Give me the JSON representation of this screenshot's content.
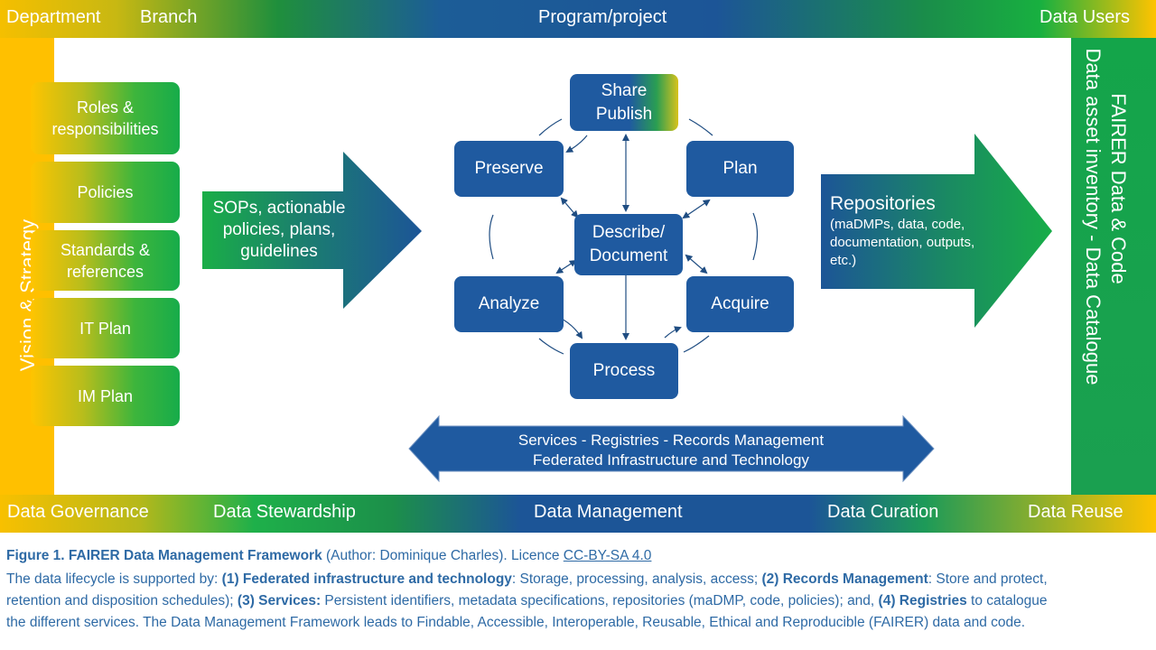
{
  "top_band": {
    "labels": [
      "Department",
      "Branch",
      "Program/project",
      "Data Users"
    ],
    "gradient_colors": [
      "#f5bf00",
      "#1c5597",
      "#18b040",
      "#ffc300"
    ]
  },
  "bottom_band": {
    "labels": [
      "Data Governance",
      "Data Stewardship",
      "Data Management",
      "Data Curation",
      "Data Reuse"
    ]
  },
  "left_band": {
    "label": "Vision & Strategy",
    "color": "#ffc000"
  },
  "right_band": {
    "line1": "FAIRER Data & Code",
    "line2": "Data asset  inventory  -  Data Catalogue",
    "color": "#14a54a"
  },
  "governance_boxes": [
    "Roles & responsibilities",
    "Policies",
    "Standards & references",
    "IT Plan",
    "IM Plan"
  ],
  "sops_arrow": {
    "text": "SOPs, actionable policies, plans, guidelines"
  },
  "lifecycle": {
    "share": "Share Publish",
    "plan": "Plan",
    "acquire": "Acquire",
    "process": "Process",
    "analyze": "Analyze",
    "preserve": "Preserve",
    "center": "Describe/ Document",
    "box_color": "#1f5aa0"
  },
  "repositories_arrow": {
    "title": "Repositories",
    "detail": "(maDMPs, data, code, documentation, outputs, etc.)"
  },
  "services_arrow": {
    "line1": "Services - Registries - Records Management",
    "line2": "Federated Infrastructure and Technology"
  },
  "caption": {
    "fig_label": "Figure 1. FAIRER Data Management Framework",
    "fig_author": " (Author: Dominique Charles). Licence ",
    "licence": "CC-BY-SA 4.0",
    "p_intro": "The data lifecycle is supported by: ",
    "b1": "(1)  Federated infrastructure and technology",
    "t1": ": Storage, processing, analysis, access; ",
    "b2": "(2) Records Management",
    "t2": ": Store and protect,",
    "t3": "retention and disposition schedules); ",
    "b3": "(3) Services:",
    "t4": " Persistent identifiers, metadata specifications, repositories (maDMP, code, policies); and, ",
    "b4": "(4) Registries",
    "t5": " to catalogue",
    "t6": "the different services. The Data Management Framework leads to Findable, Accessible, Interoperable, Reusable, Ethical and Reproducible (FAIRER) data and code.",
    "color": "#2e6aa5"
  }
}
